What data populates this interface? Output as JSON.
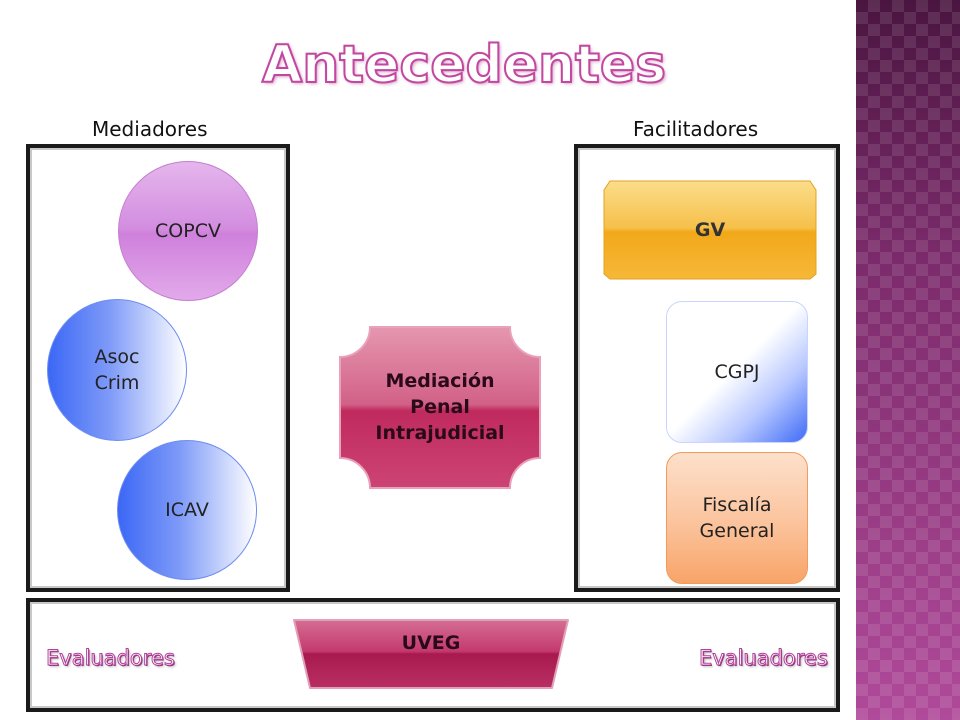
{
  "title": "Antecedentes",
  "mediadores": {
    "heading": "Mediadores",
    "nodes": [
      {
        "label": "COPCV"
      },
      {
        "label": "Asoc\nCrim"
      },
      {
        "label": "ICAV"
      }
    ]
  },
  "facilitadores": {
    "heading": "Facilitadores",
    "nodes": [
      {
        "label": "GV"
      },
      {
        "label": "CGPJ"
      },
      {
        "label": "Fiscalía\nGeneral"
      }
    ]
  },
  "center": {
    "label": "Mediación\nPenal\nIntrajudicial"
  },
  "bottom": {
    "left_label": "Evaluadores",
    "center_label": "UVEG",
    "right_label": "Evaluadores"
  },
  "colors": {
    "accent_magenta": "#c2479f",
    "crimson": "#b81e58",
    "gold": "#f3a81a",
    "blue": "#3b67f5",
    "orange": "#f9a567",
    "pink": "#d38de0"
  }
}
